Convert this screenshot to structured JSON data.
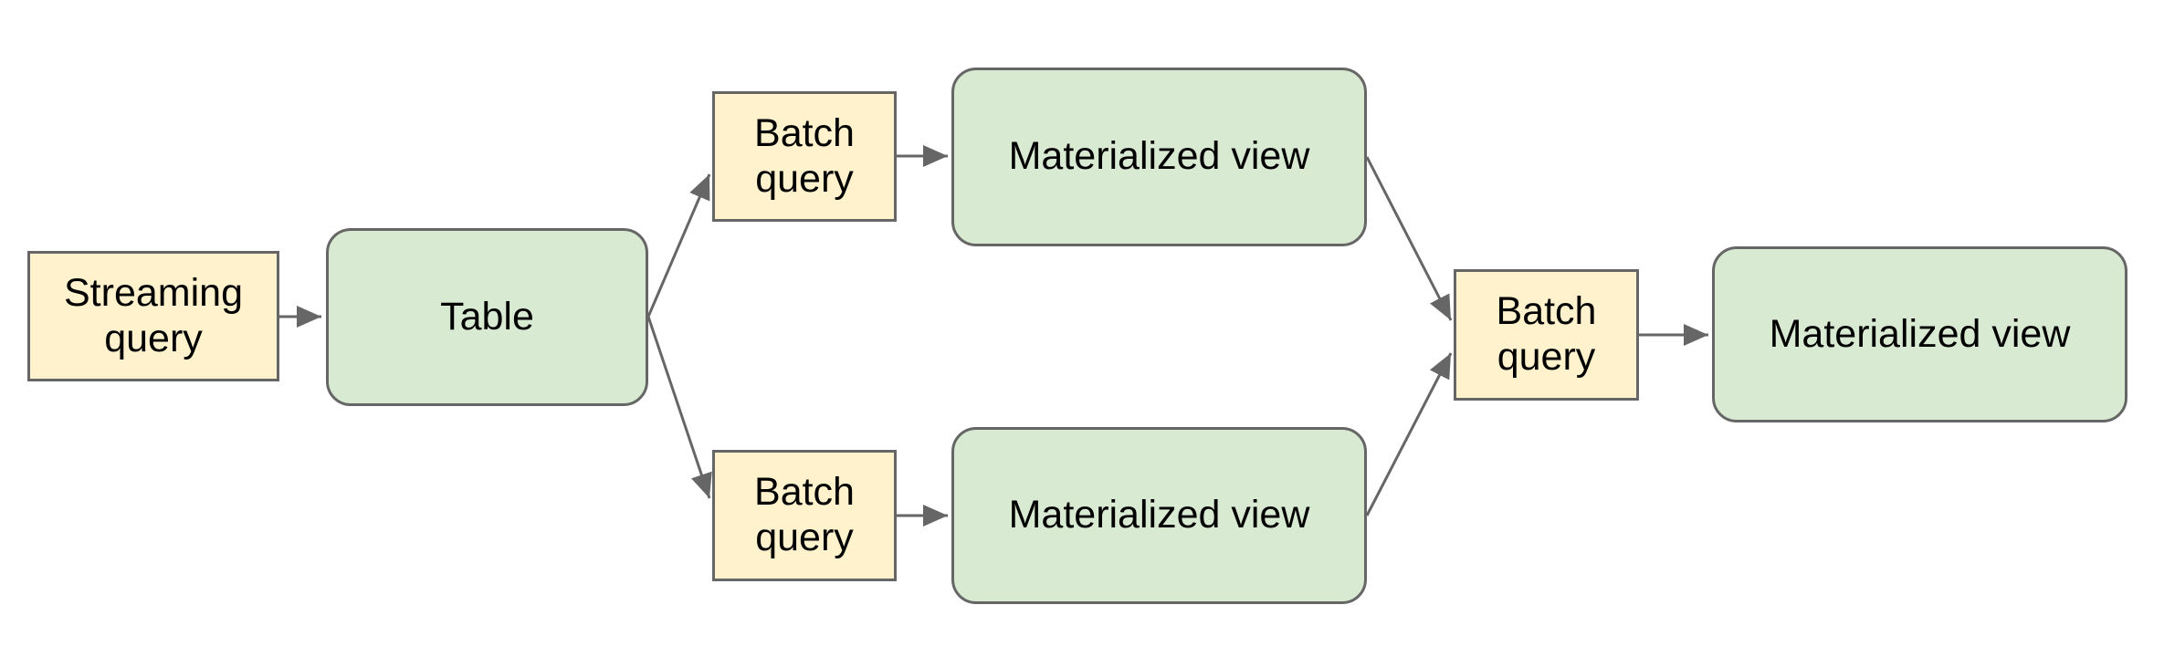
{
  "diagram": {
    "background_color": "#ffffff",
    "colors": {
      "query_box_fill": "#fff2cc",
      "view_box_fill": "#d9ead3",
      "box_border": "#666666",
      "arrow": "#666666",
      "text": "#000000"
    },
    "nodes": [
      {
        "id": "streaming-query",
        "label": "Streaming query",
        "shape": "rectangle",
        "kind": "query"
      },
      {
        "id": "table",
        "label": "Table",
        "shape": "rounded",
        "kind": "table"
      },
      {
        "id": "batch-query-top",
        "label": "Batch query",
        "shape": "rectangle",
        "kind": "query"
      },
      {
        "id": "materialized-view-top",
        "label": "Materialized view",
        "shape": "rounded",
        "kind": "view"
      },
      {
        "id": "batch-query-bottom",
        "label": "Batch query",
        "shape": "rectangle",
        "kind": "query"
      },
      {
        "id": "materialized-view-bottom",
        "label": "Materialized view",
        "shape": "rounded",
        "kind": "view"
      },
      {
        "id": "batch-query-right",
        "label": "Batch query",
        "shape": "rectangle",
        "kind": "query"
      },
      {
        "id": "materialized-view-final",
        "label": "Materialized view",
        "shape": "rounded",
        "kind": "view"
      }
    ],
    "edges": [
      {
        "from": "streaming-query",
        "to": "table"
      },
      {
        "from": "table",
        "to": "batch-query-top"
      },
      {
        "from": "batch-query-top",
        "to": "materialized-view-top"
      },
      {
        "from": "table",
        "to": "batch-query-bottom"
      },
      {
        "from": "batch-query-bottom",
        "to": "materialized-view-bottom"
      },
      {
        "from": "materialized-view-top",
        "to": "batch-query-right"
      },
      {
        "from": "materialized-view-bottom",
        "to": "batch-query-right"
      },
      {
        "from": "batch-query-right",
        "to": "materialized-view-final"
      }
    ]
  }
}
